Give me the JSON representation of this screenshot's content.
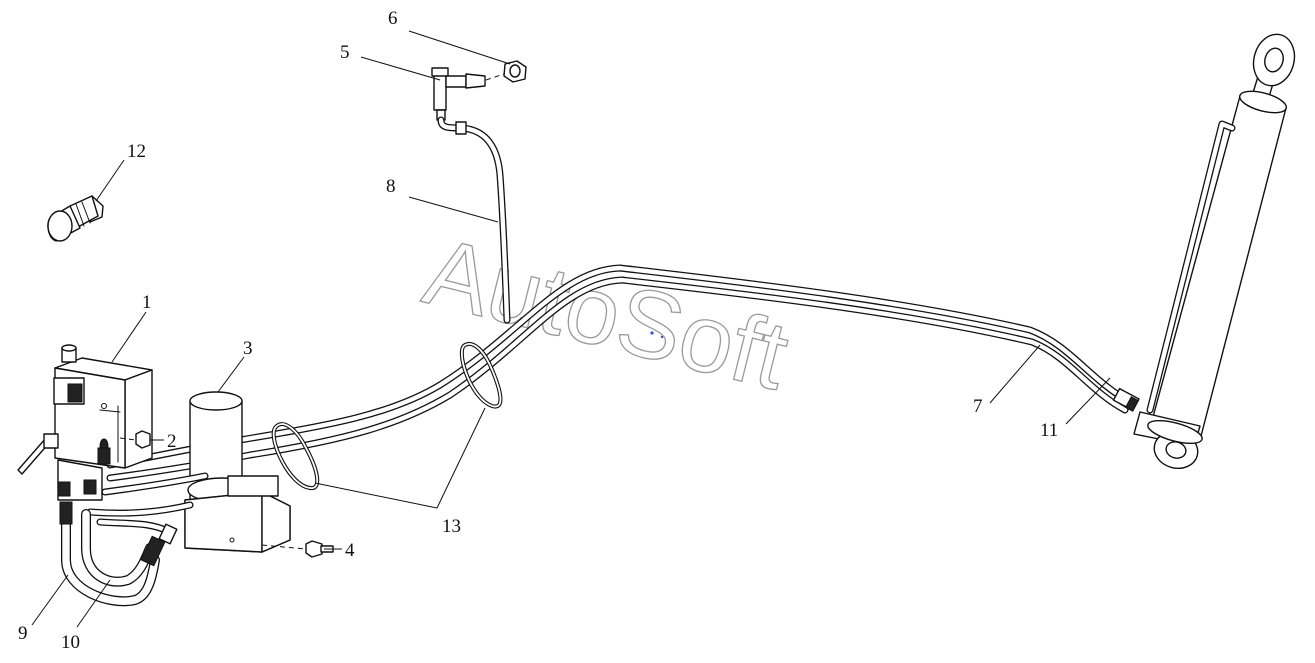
{
  "watermark": {
    "text": "AutoSoft",
    "color": "#9a9a9a",
    "dot_color": "#3355cc"
  },
  "callouts": [
    {
      "id": "1",
      "label": "1"
    },
    {
      "id": "2",
      "label": "2"
    },
    {
      "id": "3",
      "label": "3"
    },
    {
      "id": "4",
      "label": "4"
    },
    {
      "id": "5",
      "label": "5"
    },
    {
      "id": "6",
      "label": "6"
    },
    {
      "id": "7",
      "label": "7"
    },
    {
      "id": "8",
      "label": "8"
    },
    {
      "id": "9",
      "label": "9"
    },
    {
      "id": "10",
      "label": "10"
    },
    {
      "id": "11",
      "label": "11"
    },
    {
      "id": "12",
      "label": "12"
    },
    {
      "id": "13",
      "label": "13"
    }
  ],
  "parts": [
    {
      "id": "1",
      "name": "valve-block-icon"
    },
    {
      "id": "2",
      "name": "bolt-icon"
    },
    {
      "id": "3",
      "name": "pump-reservoir-icon"
    },
    {
      "id": "4",
      "name": "bolt-icon"
    },
    {
      "id": "5",
      "name": "tee-fitting-icon"
    },
    {
      "id": "6",
      "name": "nut-icon"
    },
    {
      "id": "7",
      "name": "long-pipe-icon"
    },
    {
      "id": "8",
      "name": "pipe-icon"
    },
    {
      "id": "9",
      "name": "hose-icon"
    },
    {
      "id": "10",
      "name": "hose-icon"
    },
    {
      "id": "11",
      "name": "pipe-end-icon"
    },
    {
      "id": "12",
      "name": "plug-fitting-icon"
    },
    {
      "id": "13",
      "name": "clamp-icon"
    }
  ]
}
